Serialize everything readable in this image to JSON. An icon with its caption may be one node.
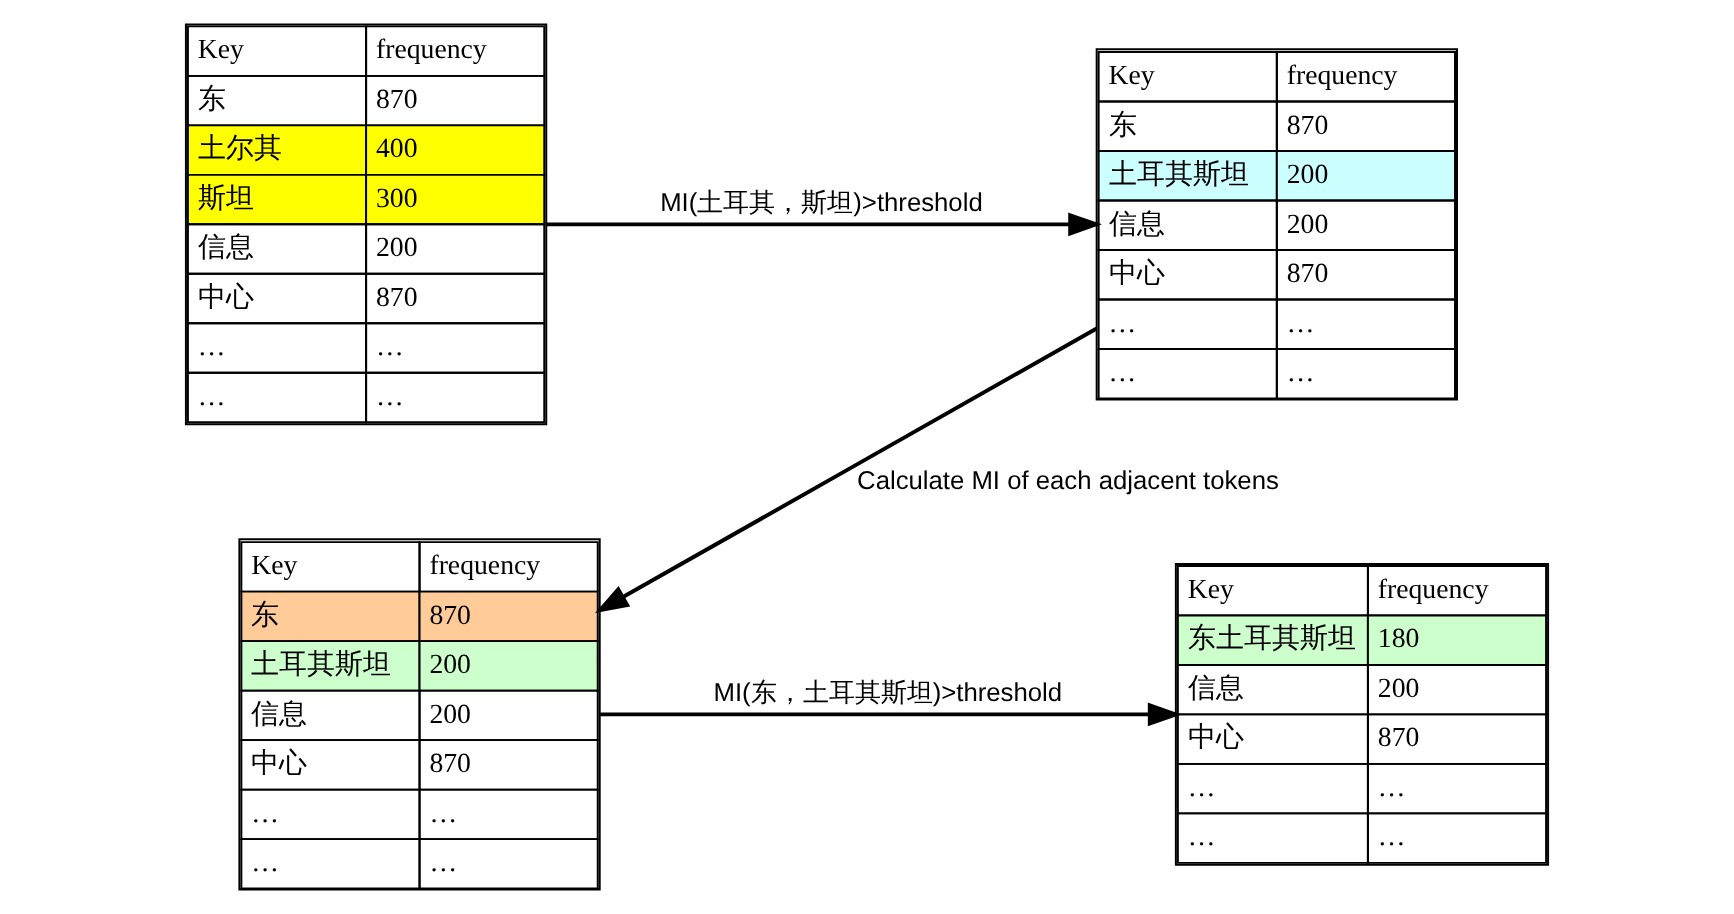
{
  "diagram": {
    "nodes": [
      {
        "text": [
          "Key",
          "frequency",
          "东",
          "870",
          "土尔其",
          "400",
          "斯坦",
          "300",
          "信息",
          "200",
          "中心",
          "870",
          "…",
          "…",
          "…",
          "…"
        ]
      },
      {
        "text": [
          "Key",
          "frequency",
          "东",
          "870",
          "土耳其斯坦",
          "200",
          "信息",
          "200",
          "中心",
          "870",
          "…",
          "…",
          "…",
          "…"
        ]
      },
      {
        "text": [
          "Key",
          "frequency",
          "东",
          "870",
          "土耳其斯坦",
          "200",
          "信息",
          "200",
          "中心",
          "870",
          "…",
          "…",
          "…",
          "…"
        ]
      },
      {
        "text": [
          "Key",
          "frequency",
          "东土耳其斯坦",
          "180",
          "信息",
          "200",
          "中心",
          "870",
          "…",
          "…",
          "…",
          "…"
        ]
      }
    ],
    "edges": [
      {
        "from": 0,
        "to": 1,
        "arrow": "to",
        "label": "MI(土耳其，斯坦)>threshold"
      },
      {
        "from": 1,
        "to": 2,
        "arrow": "to",
        "label": "Calculate MI of each adjacent tokens"
      },
      {
        "from": 2,
        "to": 3,
        "arrow": "to",
        "label": "MI(东，土耳其斯坦)>threshold"
      }
    ]
  }
}
